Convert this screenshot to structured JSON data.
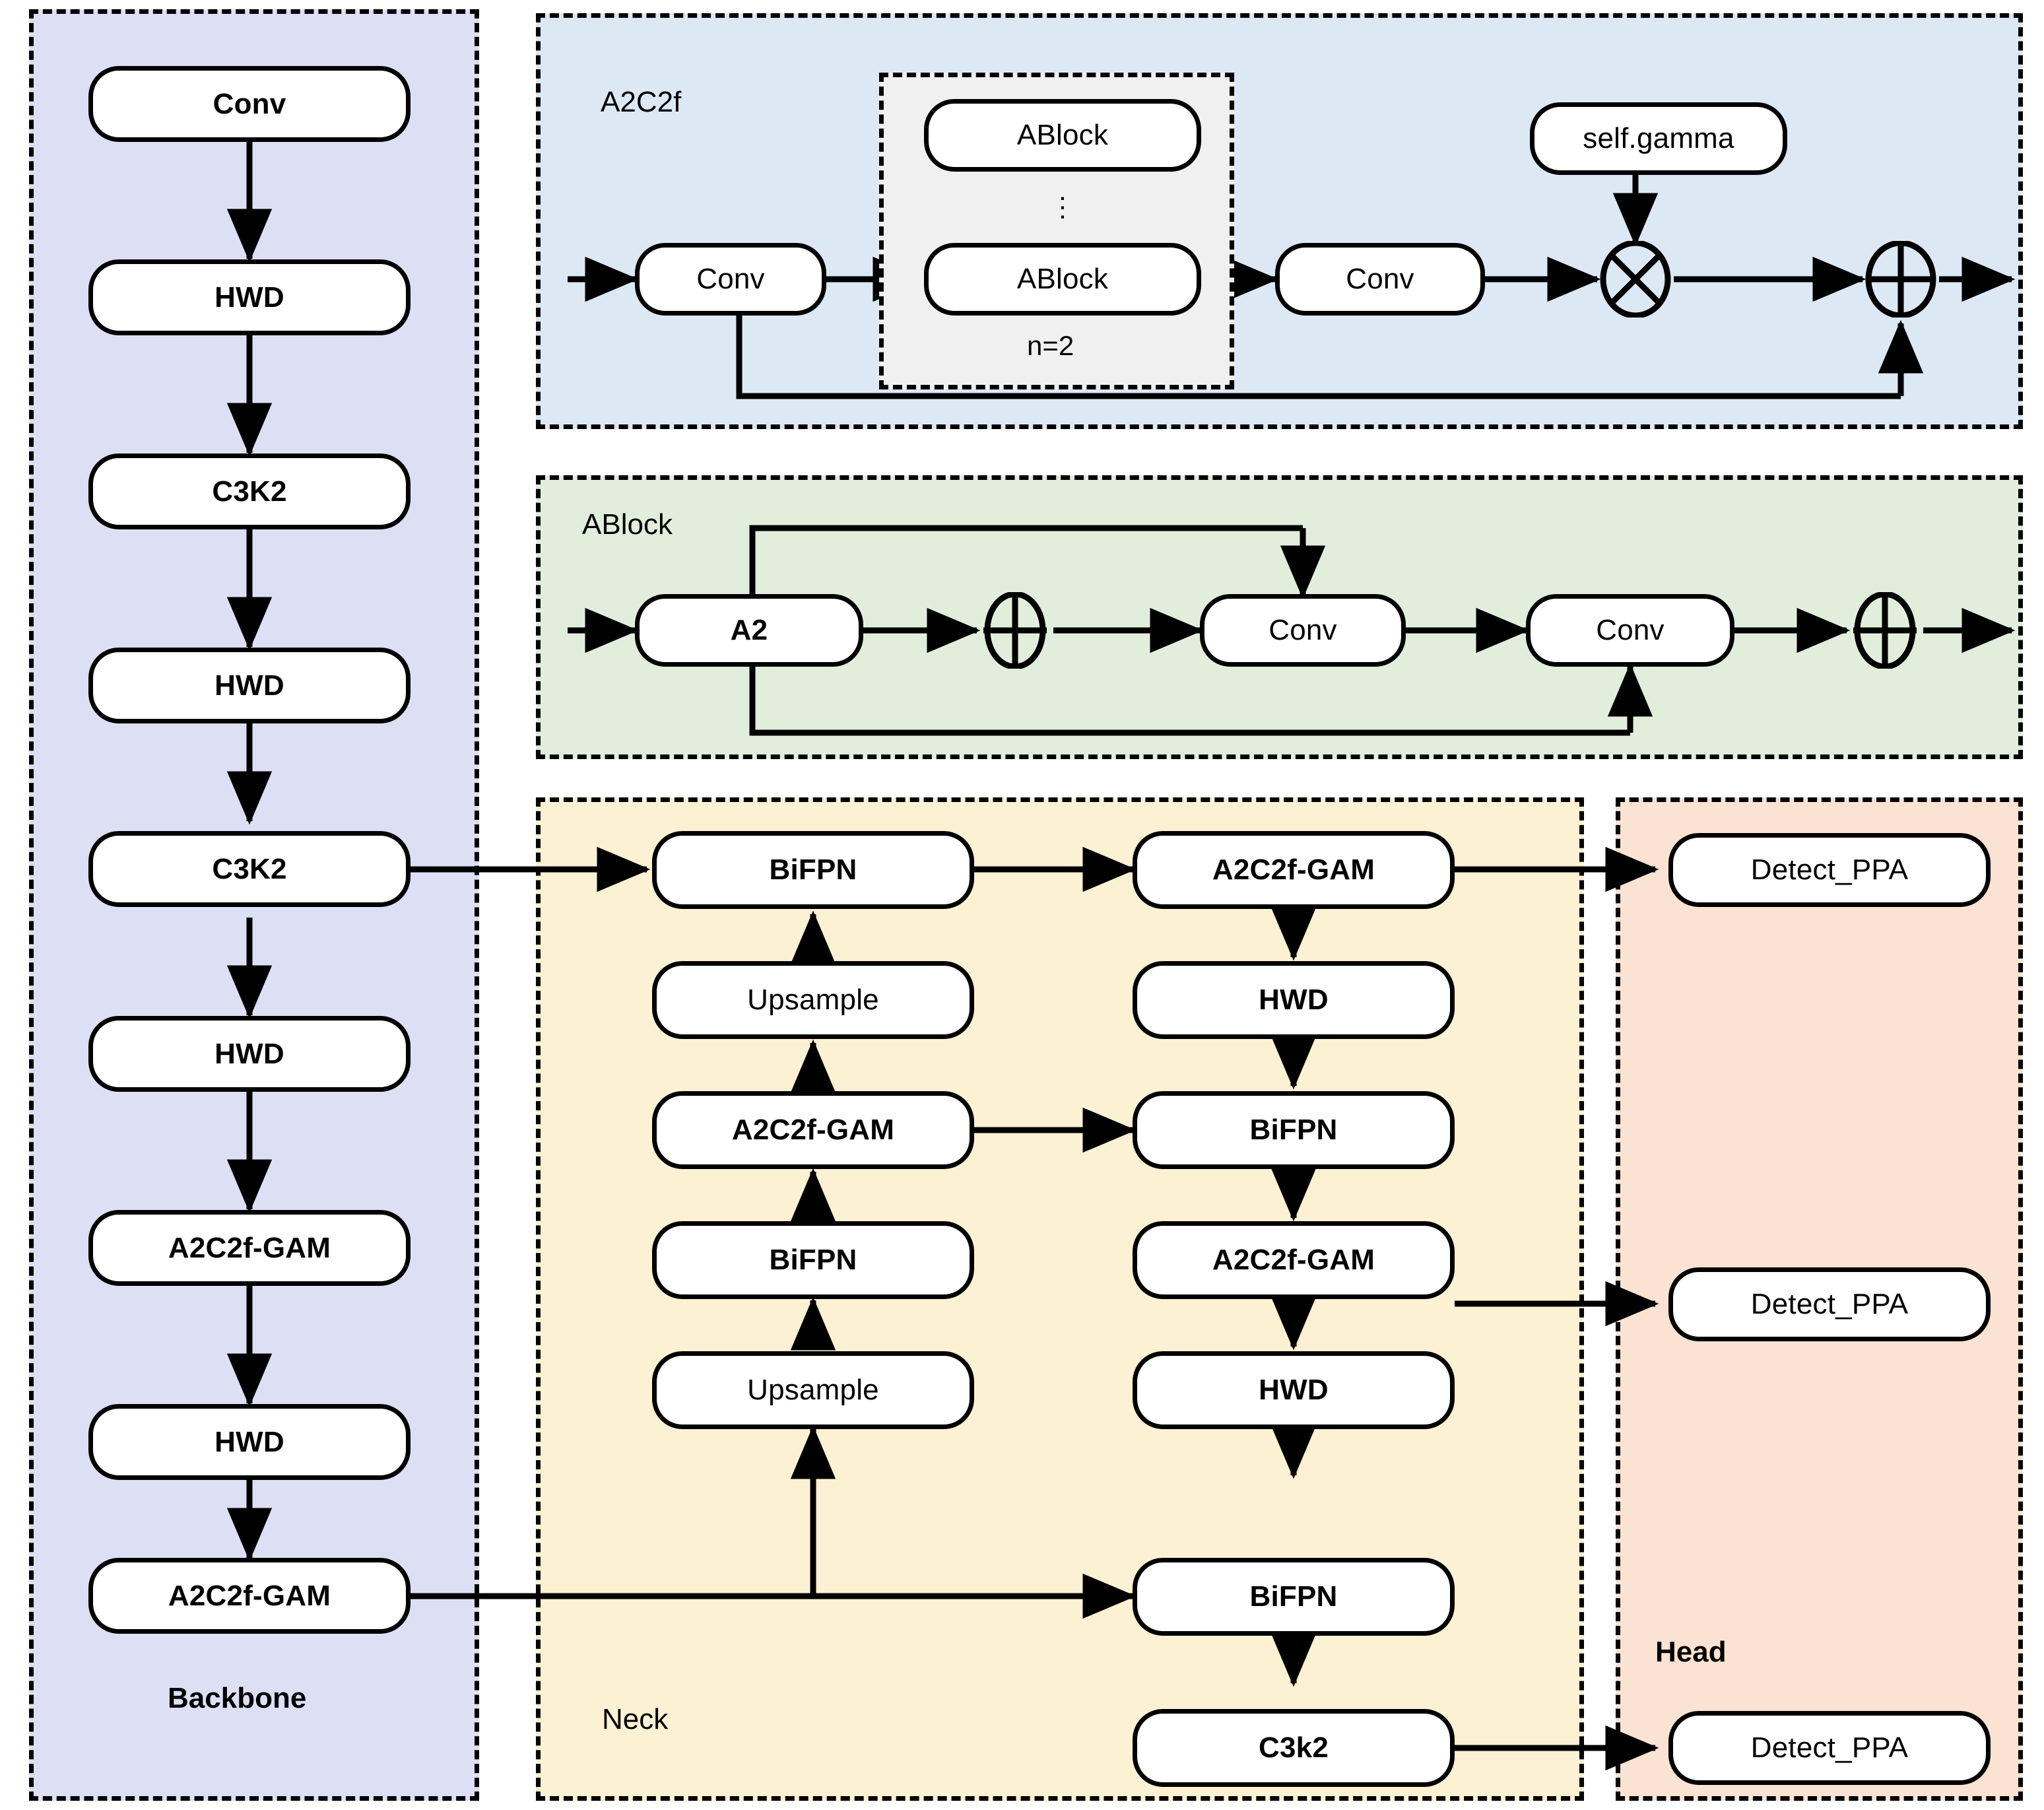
{
  "diagram": {
    "title": "Network architecture: Backbone / Neck / Head with A2C2f and ABlock detail",
    "colors": {
      "backbone_fill": "#dde0f5",
      "a2c2f_fill": "#dde8f5",
      "ablock_fill": "#e2eedc",
      "neck_fill": "#fdf1d4",
      "head_fill": "#fae3d3",
      "group_fill": "#f0f0f0",
      "stroke": "#000000",
      "node_fill": "#ffffff"
    }
  },
  "panels": {
    "backbone": {
      "label": "Backbone"
    },
    "a2c2f": {
      "label": "A2C2f"
    },
    "ablock": {
      "label": "ABlock"
    },
    "neck": {
      "label": "Neck"
    },
    "head": {
      "label": "Head"
    }
  },
  "backbone": {
    "nodes": [
      {
        "label": "Conv"
      },
      {
        "label": "HWD"
      },
      {
        "label": "C3K2"
      },
      {
        "label": "HWD"
      },
      {
        "label": "C3K2"
      },
      {
        "label": "HWD"
      },
      {
        "label": "A2C2f-GAM"
      },
      {
        "label": "HWD"
      },
      {
        "label": "A2C2f-GAM"
      }
    ]
  },
  "a2c2f": {
    "conv_in": "Conv",
    "conv_out": "Conv",
    "gamma": "self.gamma",
    "repeat_note": "n=2",
    "ablocks": [
      {
        "label": "ABlock"
      },
      {
        "label": "ABlock"
      }
    ],
    "ops": {
      "multiply": "⊗",
      "add": "⊕"
    }
  },
  "ablock": {
    "a2": "A2",
    "conv1": "Conv",
    "conv2": "Conv",
    "ops": {
      "add1": "⊕",
      "add2": "⊕"
    }
  },
  "neck": {
    "left_column": [
      {
        "label": "BiFPN"
      },
      {
        "label": "Upsample"
      },
      {
        "label": "A2C2f-GAM"
      },
      {
        "label": "BiFPN"
      },
      {
        "label": "Upsample"
      }
    ],
    "right_column": [
      {
        "label": "A2C2f-GAM"
      },
      {
        "label": "HWD"
      },
      {
        "label": "BiFPN"
      },
      {
        "label": "A2C2f-GAM"
      },
      {
        "label": "HWD"
      },
      {
        "label": "BiFPN"
      },
      {
        "label": "C3k2"
      }
    ]
  },
  "head": {
    "nodes": [
      {
        "label": "Detect_PPA"
      },
      {
        "label": "Detect_PPA"
      },
      {
        "label": "Detect_PPA"
      }
    ]
  }
}
